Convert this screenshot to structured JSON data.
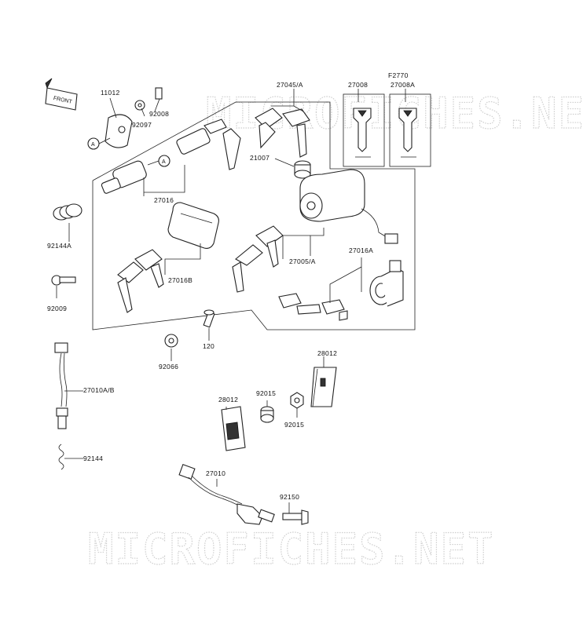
{
  "watermark": "MICROFICHES.NET",
  "front_label": "FRONT",
  "ref_code": "F2770",
  "callout_letter": "A",
  "parts": {
    "p11012": "11012",
    "p92008": "92008",
    "p92097": "92097",
    "p27045": "27045/A",
    "p27008": "27008",
    "p27008A": "27008A",
    "p21007": "21007",
    "p27016": "27016",
    "p92144A": "92144A",
    "p27016B": "27016B",
    "p27005": "27005/A",
    "p27016A": "27016A",
    "p92009": "92009",
    "p120": "120",
    "p92066": "92066",
    "p27010AB": "27010A/B",
    "p28012a": "28012",
    "p28012b": "28012",
    "p92015a": "92015",
    "p92015b": "92015",
    "p92144": "92144",
    "p27010": "27010",
    "p92150": "92150"
  }
}
